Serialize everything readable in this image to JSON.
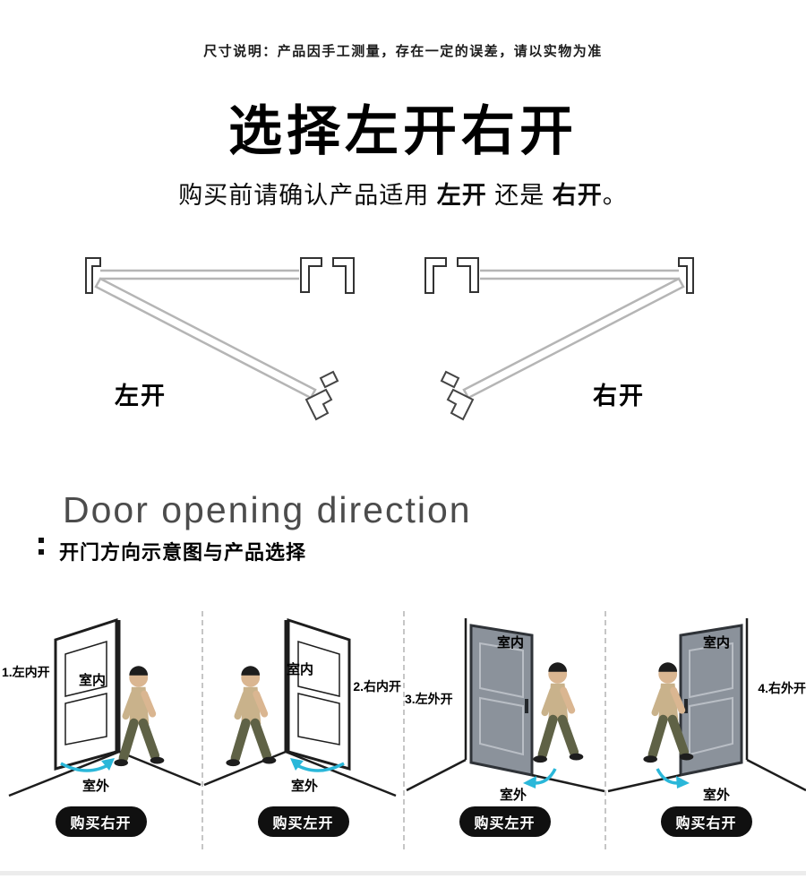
{
  "header": {
    "disclaimer": "尺寸说明：产品因手工测量，存在一定的误差，请以实物为准",
    "title": "选择左开右开",
    "subtitle_prefix": "购买前请确认产品适用 ",
    "subtitle_left": "左开",
    "subtitle_middle": " 还是 ",
    "subtitle_right": "右开",
    "subtitle_suffix": "。"
  },
  "topview": {
    "left_label": "左开",
    "right_label": "右开"
  },
  "section": {
    "title_en": "Door opening direction",
    "title_zh": "开门方向示意图与产品选择"
  },
  "panels": [
    {
      "direction_label": "1.左内开",
      "indoor": "室内",
      "outdoor": "室外",
      "badge": "购买右开"
    },
    {
      "direction_label": "2.右内开",
      "indoor": "室内",
      "outdoor": "室外",
      "badge": "购买左开"
    },
    {
      "direction_label": "3.左外开",
      "indoor": "室内",
      "outdoor": "室外",
      "badge": "购买左开"
    },
    {
      "direction_label": "4.右外开",
      "indoor": "室内",
      "outdoor": "室外",
      "badge": "购买右开"
    }
  ],
  "colors": {
    "arrow_cyan": "#2ab7d9",
    "badge_bg": "#101010",
    "door_gray": "#8b929b"
  }
}
